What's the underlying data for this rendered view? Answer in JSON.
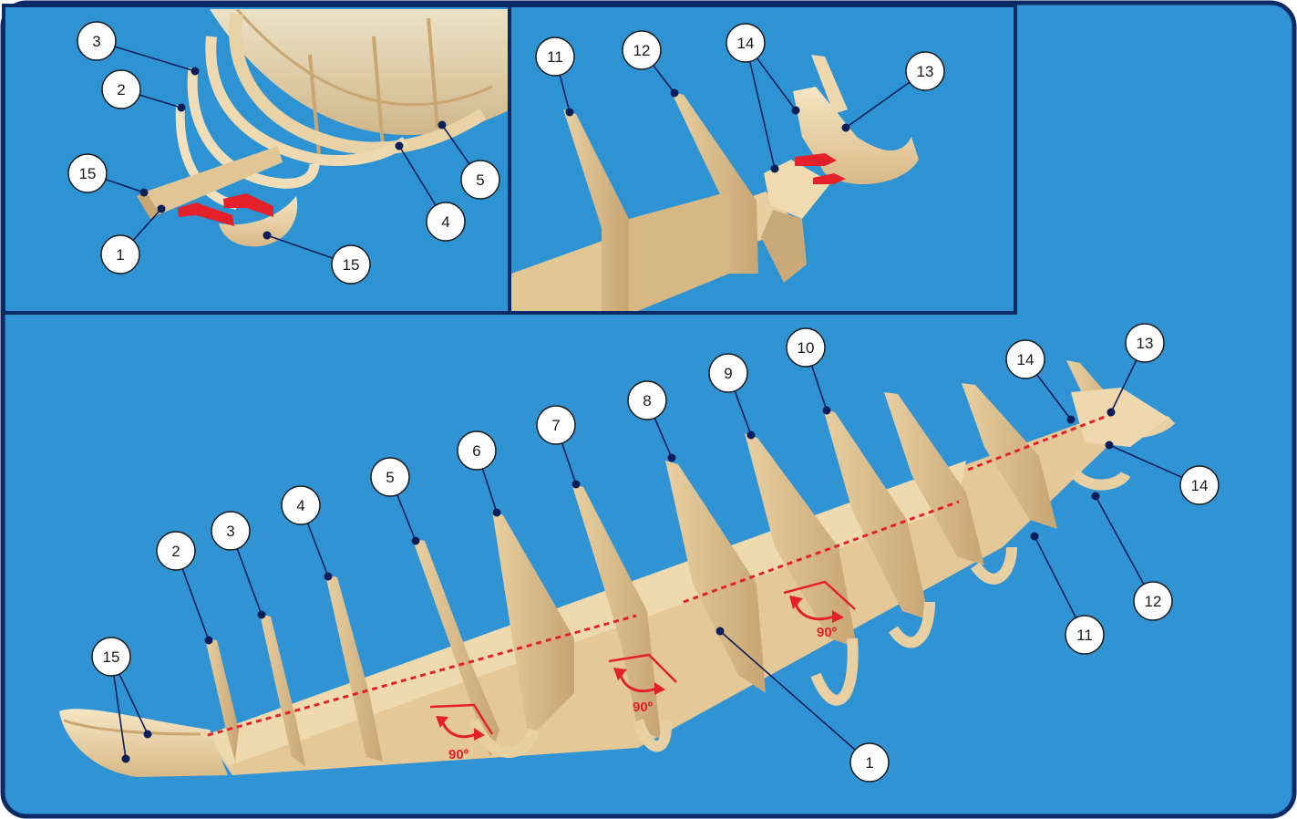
{
  "diagram": {
    "colors": {
      "background": "#2f93d4",
      "frame": "#0b2a66",
      "wood_light": "#f3dfb8",
      "wood_mid": "#e3c592",
      "wood_shadow": "#c9a773",
      "arrow": "#e4202a",
      "guide_line": "#e4202a",
      "callout_fill": "#ffffff",
      "callout_dot": "#0b1e5a"
    },
    "panels": [
      {
        "name": "inset-stern-detail",
        "callouts": [
          "3",
          "2",
          "15",
          "1",
          "15",
          "4",
          "5"
        ]
      },
      {
        "name": "inset-bow-detail",
        "callouts": [
          "11",
          "12",
          "14",
          "13"
        ]
      },
      {
        "name": "main-hull-frame",
        "callouts": [
          "2",
          "3",
          "4",
          "5",
          "6",
          "7",
          "8",
          "9",
          "10",
          "14",
          "13",
          "14",
          "12",
          "11",
          "15",
          "1"
        ],
        "angle_markers": [
          "90º",
          "90º",
          "90º"
        ]
      }
    ]
  }
}
